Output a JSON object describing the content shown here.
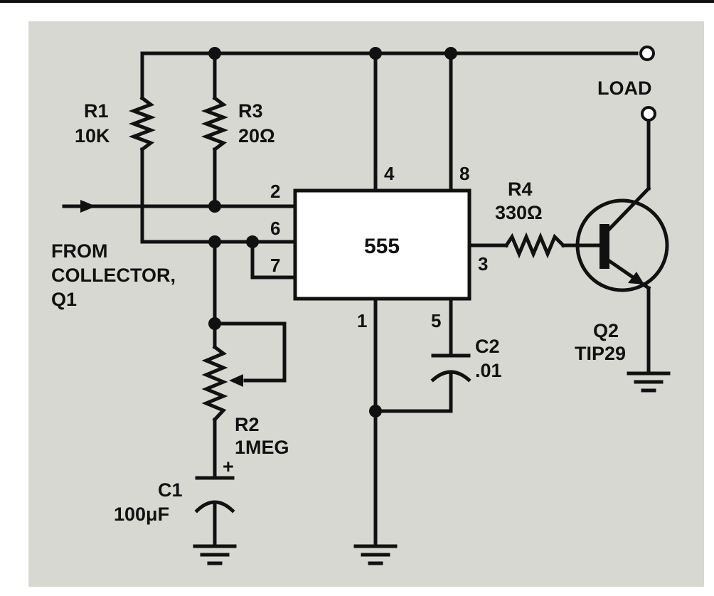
{
  "colors": {
    "background": "#d8d8d2",
    "ink": "#111111",
    "chip_fill": "#ffffff"
  },
  "ic": {
    "label": "555",
    "pins": [
      "2",
      "6",
      "7",
      "4",
      "8",
      "1",
      "5",
      "3"
    ]
  },
  "components": {
    "r1": {
      "name": "R1",
      "value": "10K"
    },
    "r2": {
      "name": "R2",
      "value": "1MEG"
    },
    "r3": {
      "name": "R3",
      "value": "20Ω"
    },
    "r4": {
      "name": "R4",
      "value": "330Ω"
    },
    "c1": {
      "name": "C1",
      "value": "100μF",
      "polarity": "+"
    },
    "c2": {
      "name": "C2",
      "value": ".01"
    },
    "q2": {
      "name": "Q2",
      "value": "TIP29"
    }
  },
  "labels": {
    "load": "LOAD",
    "input": [
      "FROM",
      "COLLECTOR,",
      "Q1"
    ]
  }
}
